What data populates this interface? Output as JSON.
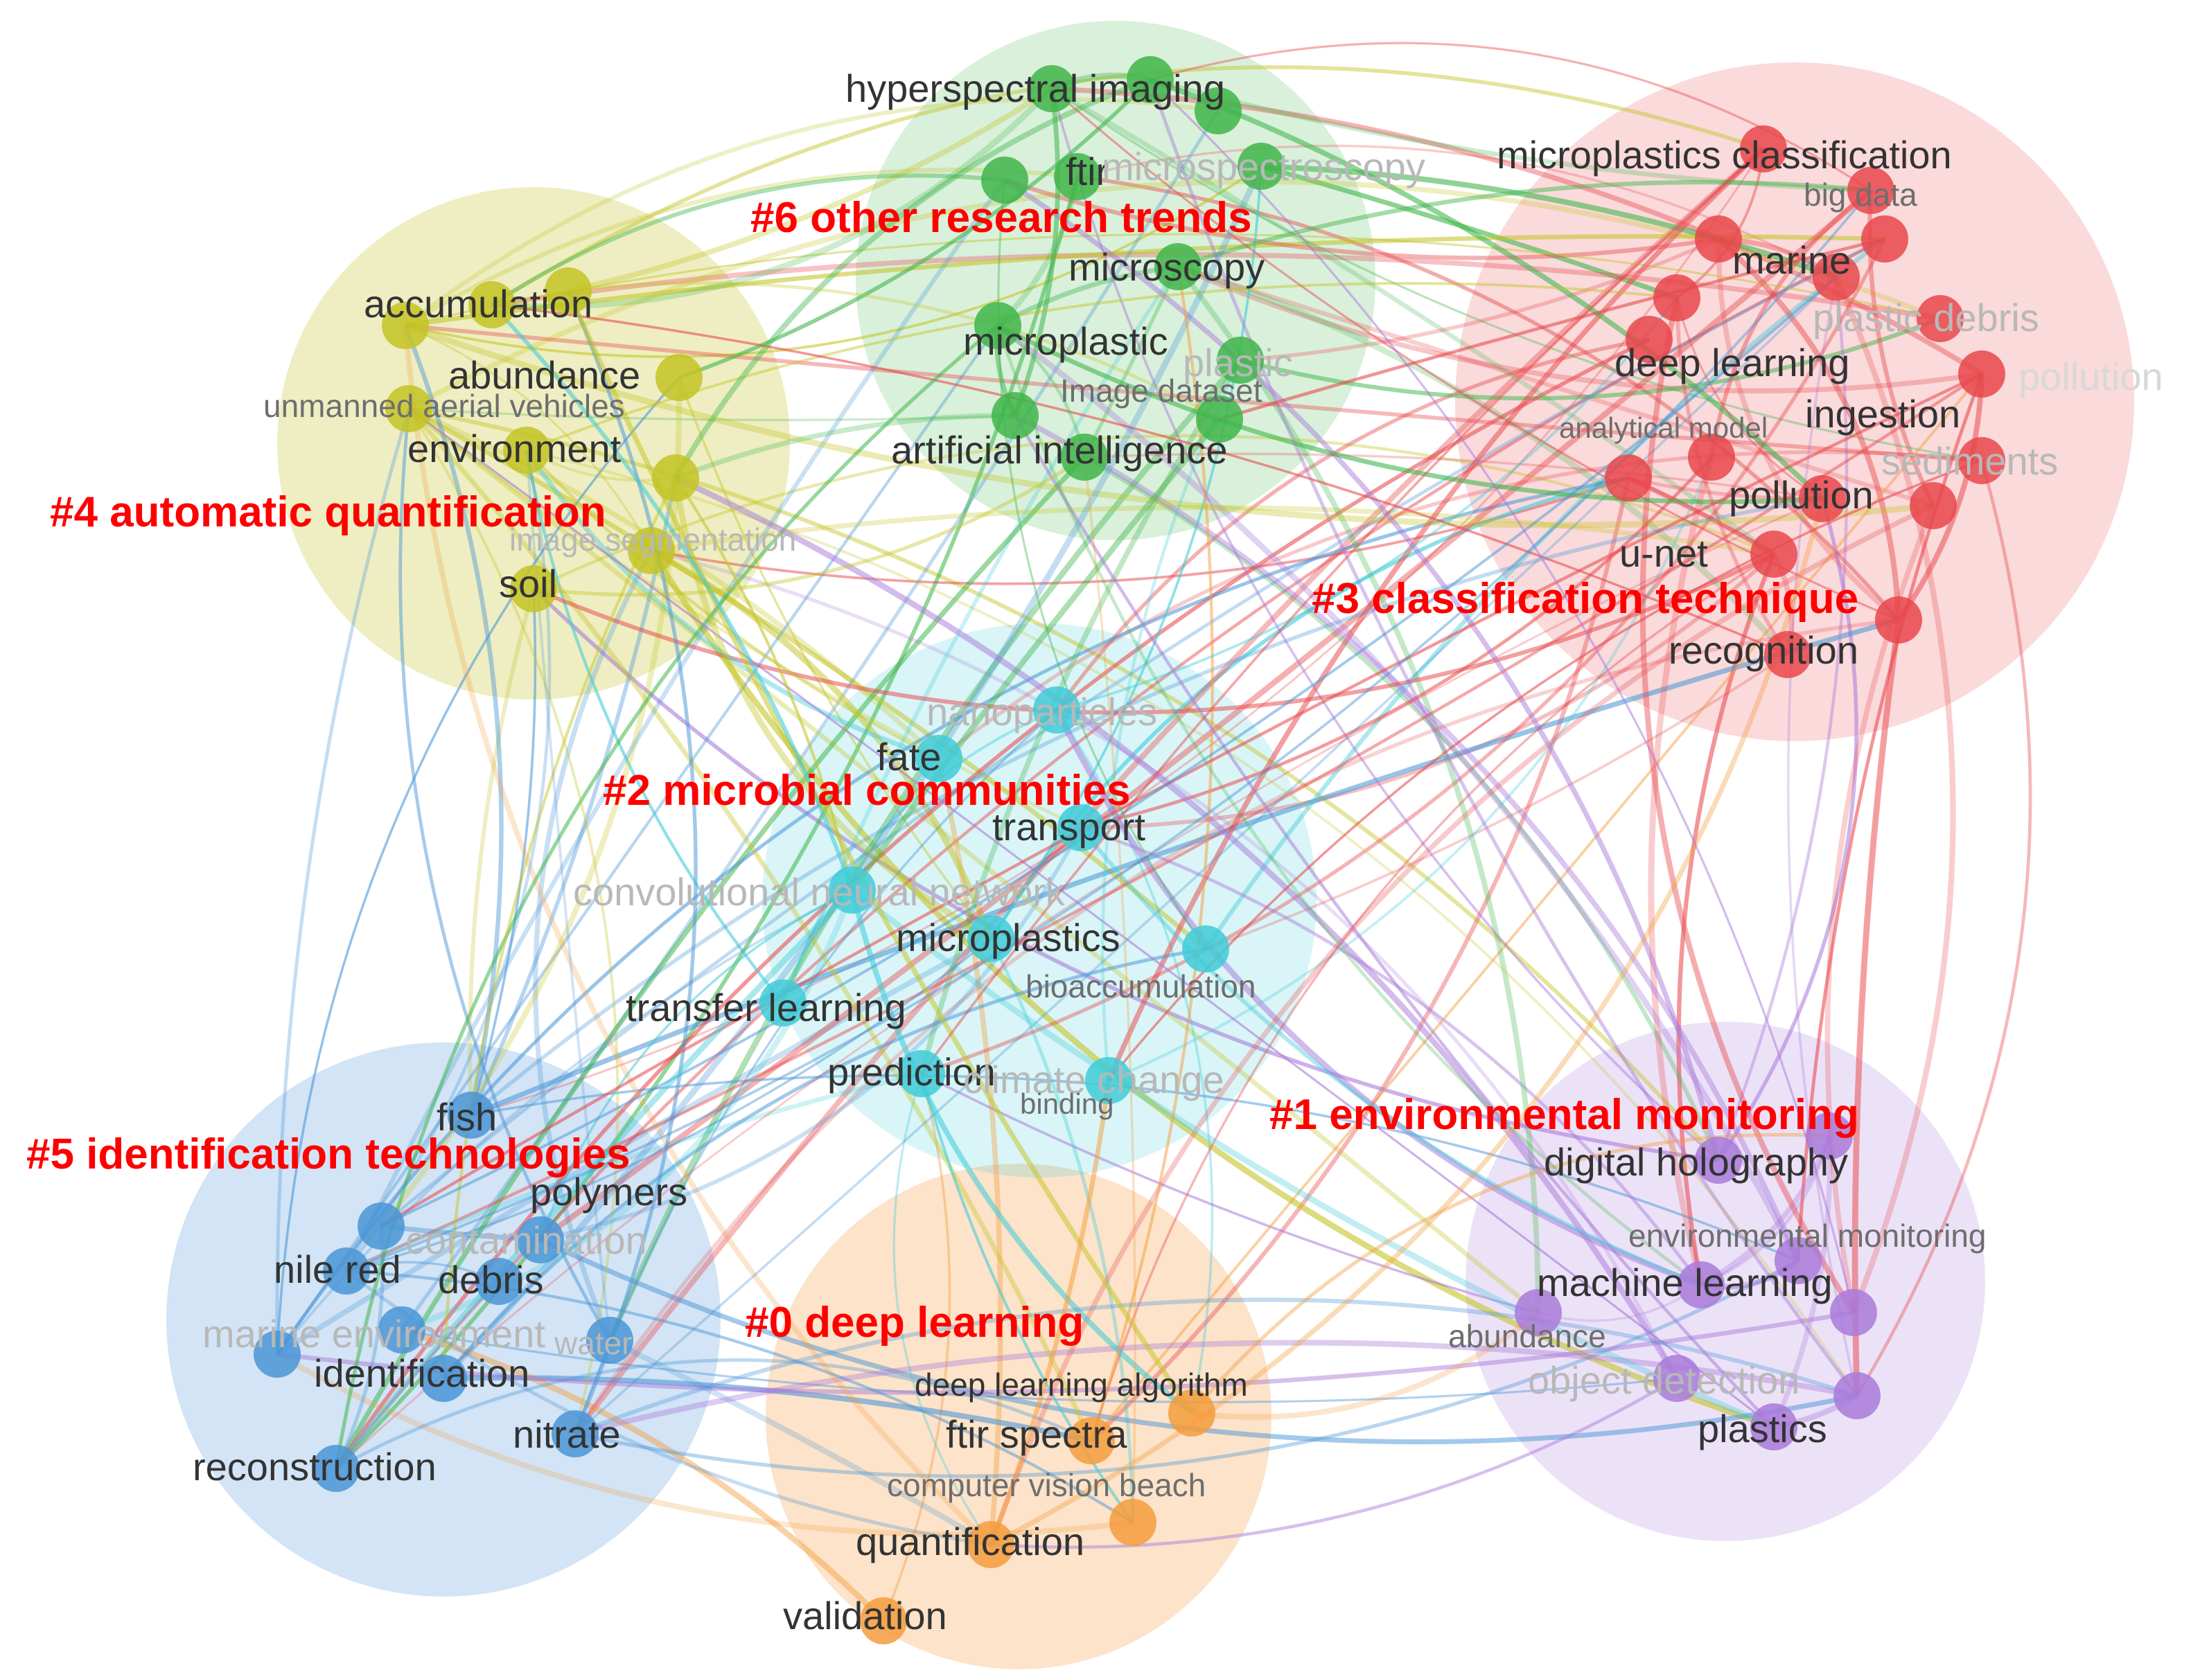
{
  "colors": {
    "c0": "#f39c3c",
    "c1": "#a97ad9",
    "c2": "#3fcbd8",
    "c3": "#e8474b",
    "c4": "#c3c324",
    "c5": "#4a95d6",
    "c6": "#3fb54a",
    "cluster_label": "#ff0000"
  },
  "clusters": [
    {
      "id": "c0",
      "label": "#0 deep learning"
    },
    {
      "id": "c1",
      "label": "#1 environmental monitoring"
    },
    {
      "id": "c2",
      "label": "#2 microbial communities"
    },
    {
      "id": "c3",
      "label": "#3 classification technique"
    },
    {
      "id": "c4",
      "label": "#4 automatic quantification"
    },
    {
      "id": "c5",
      "label": "#5 identification technologies"
    },
    {
      "id": "c6",
      "label": "#6 other research trends"
    }
  ],
  "keywords": {
    "c6": [
      "hyperspectral imaging",
      "ftir",
      "microspectroscopy",
      "microscopy",
      "microplastic",
      "plastic",
      "Image dataset",
      "artificial intelligence"
    ],
    "c4": [
      "accumulation",
      "abundance",
      "unmanned aerial vehicles",
      "environment",
      "image segmentation",
      "soil"
    ],
    "c3": [
      "microplastics classification",
      "big data",
      "marine",
      "plastic debris",
      "deep learning",
      "pollution",
      "analytical model",
      "ingestion",
      "sediments",
      "pollution",
      "u-net",
      "recognition"
    ],
    "c2": [
      "nanoparticles",
      "fate",
      "transport",
      "convolutional neural network",
      "microplastics",
      "bioaccumulation",
      "transfer learning",
      "prediction",
      "climate change",
      "binding"
    ],
    "c1": [
      "digital holography",
      "environmental monitoring",
      "machine learning",
      "abundance",
      "object detection",
      "plastics"
    ],
    "c5": [
      "fish",
      "polymers",
      "contamination",
      "nile red",
      "debris",
      "marine environment",
      "water",
      "identification",
      "nitrate",
      "reconstruction"
    ],
    "c0": [
      "deep learning algorithm",
      "ftir spectra",
      "computer vision beach",
      "quantification",
      "validation"
    ]
  }
}
